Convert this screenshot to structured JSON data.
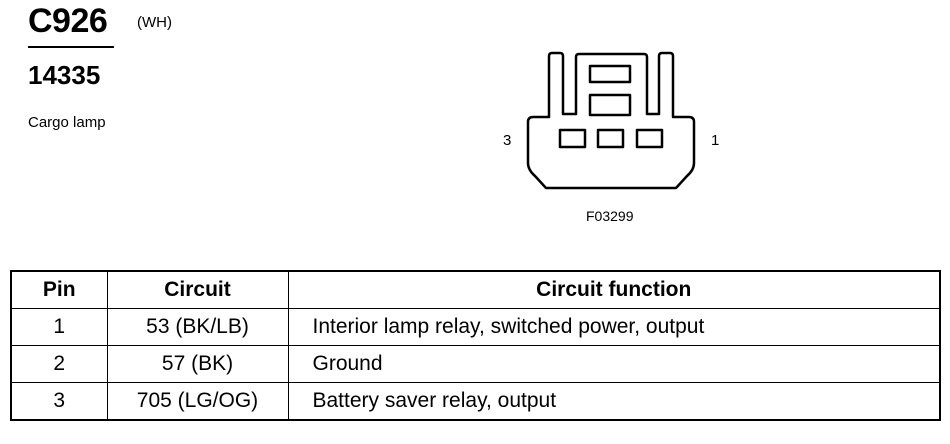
{
  "header": {
    "connector_id": "C926",
    "connector_color": "(WH)",
    "part_number": "14335",
    "description": "Cargo lamp"
  },
  "diagram": {
    "left_pin_label": "3",
    "right_pin_label": "1",
    "figure_id": "F03299"
  },
  "table": {
    "headers": [
      "Pin",
      "Circuit",
      "Circuit function"
    ],
    "rows": [
      {
        "pin": "1",
        "circuit": "53 (BK/LB)",
        "function": "Interior lamp relay, switched power, output"
      },
      {
        "pin": "2",
        "circuit": "57 (BK)",
        "function": "Ground"
      },
      {
        "pin": "3",
        "circuit": "705 (LG/OG)",
        "function": "Battery saver relay, output"
      }
    ]
  }
}
